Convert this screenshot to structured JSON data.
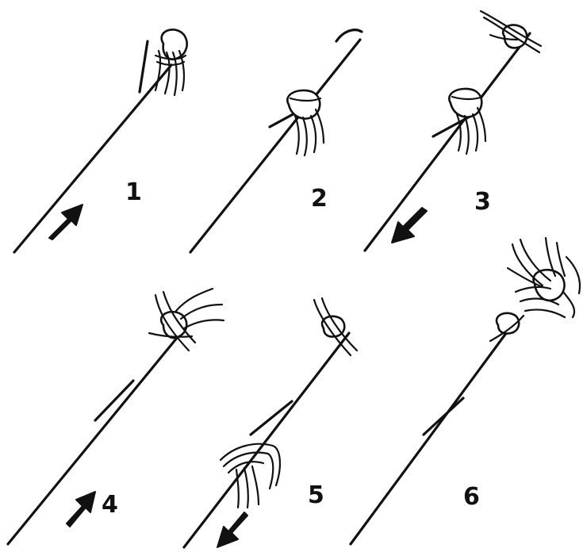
{
  "steps": [
    {
      "label": "1"
    },
    {
      "label": "2"
    },
    {
      "label": "3"
    },
    {
      "label": "4"
    },
    {
      "label": "5"
    },
    {
      "label": "6"
    }
  ],
  "colors": {
    "ink": "#111111",
    "paper": "#ffffff"
  },
  "icons": [
    "arrow-up-right-icon",
    "arrow-down-left-icon"
  ]
}
